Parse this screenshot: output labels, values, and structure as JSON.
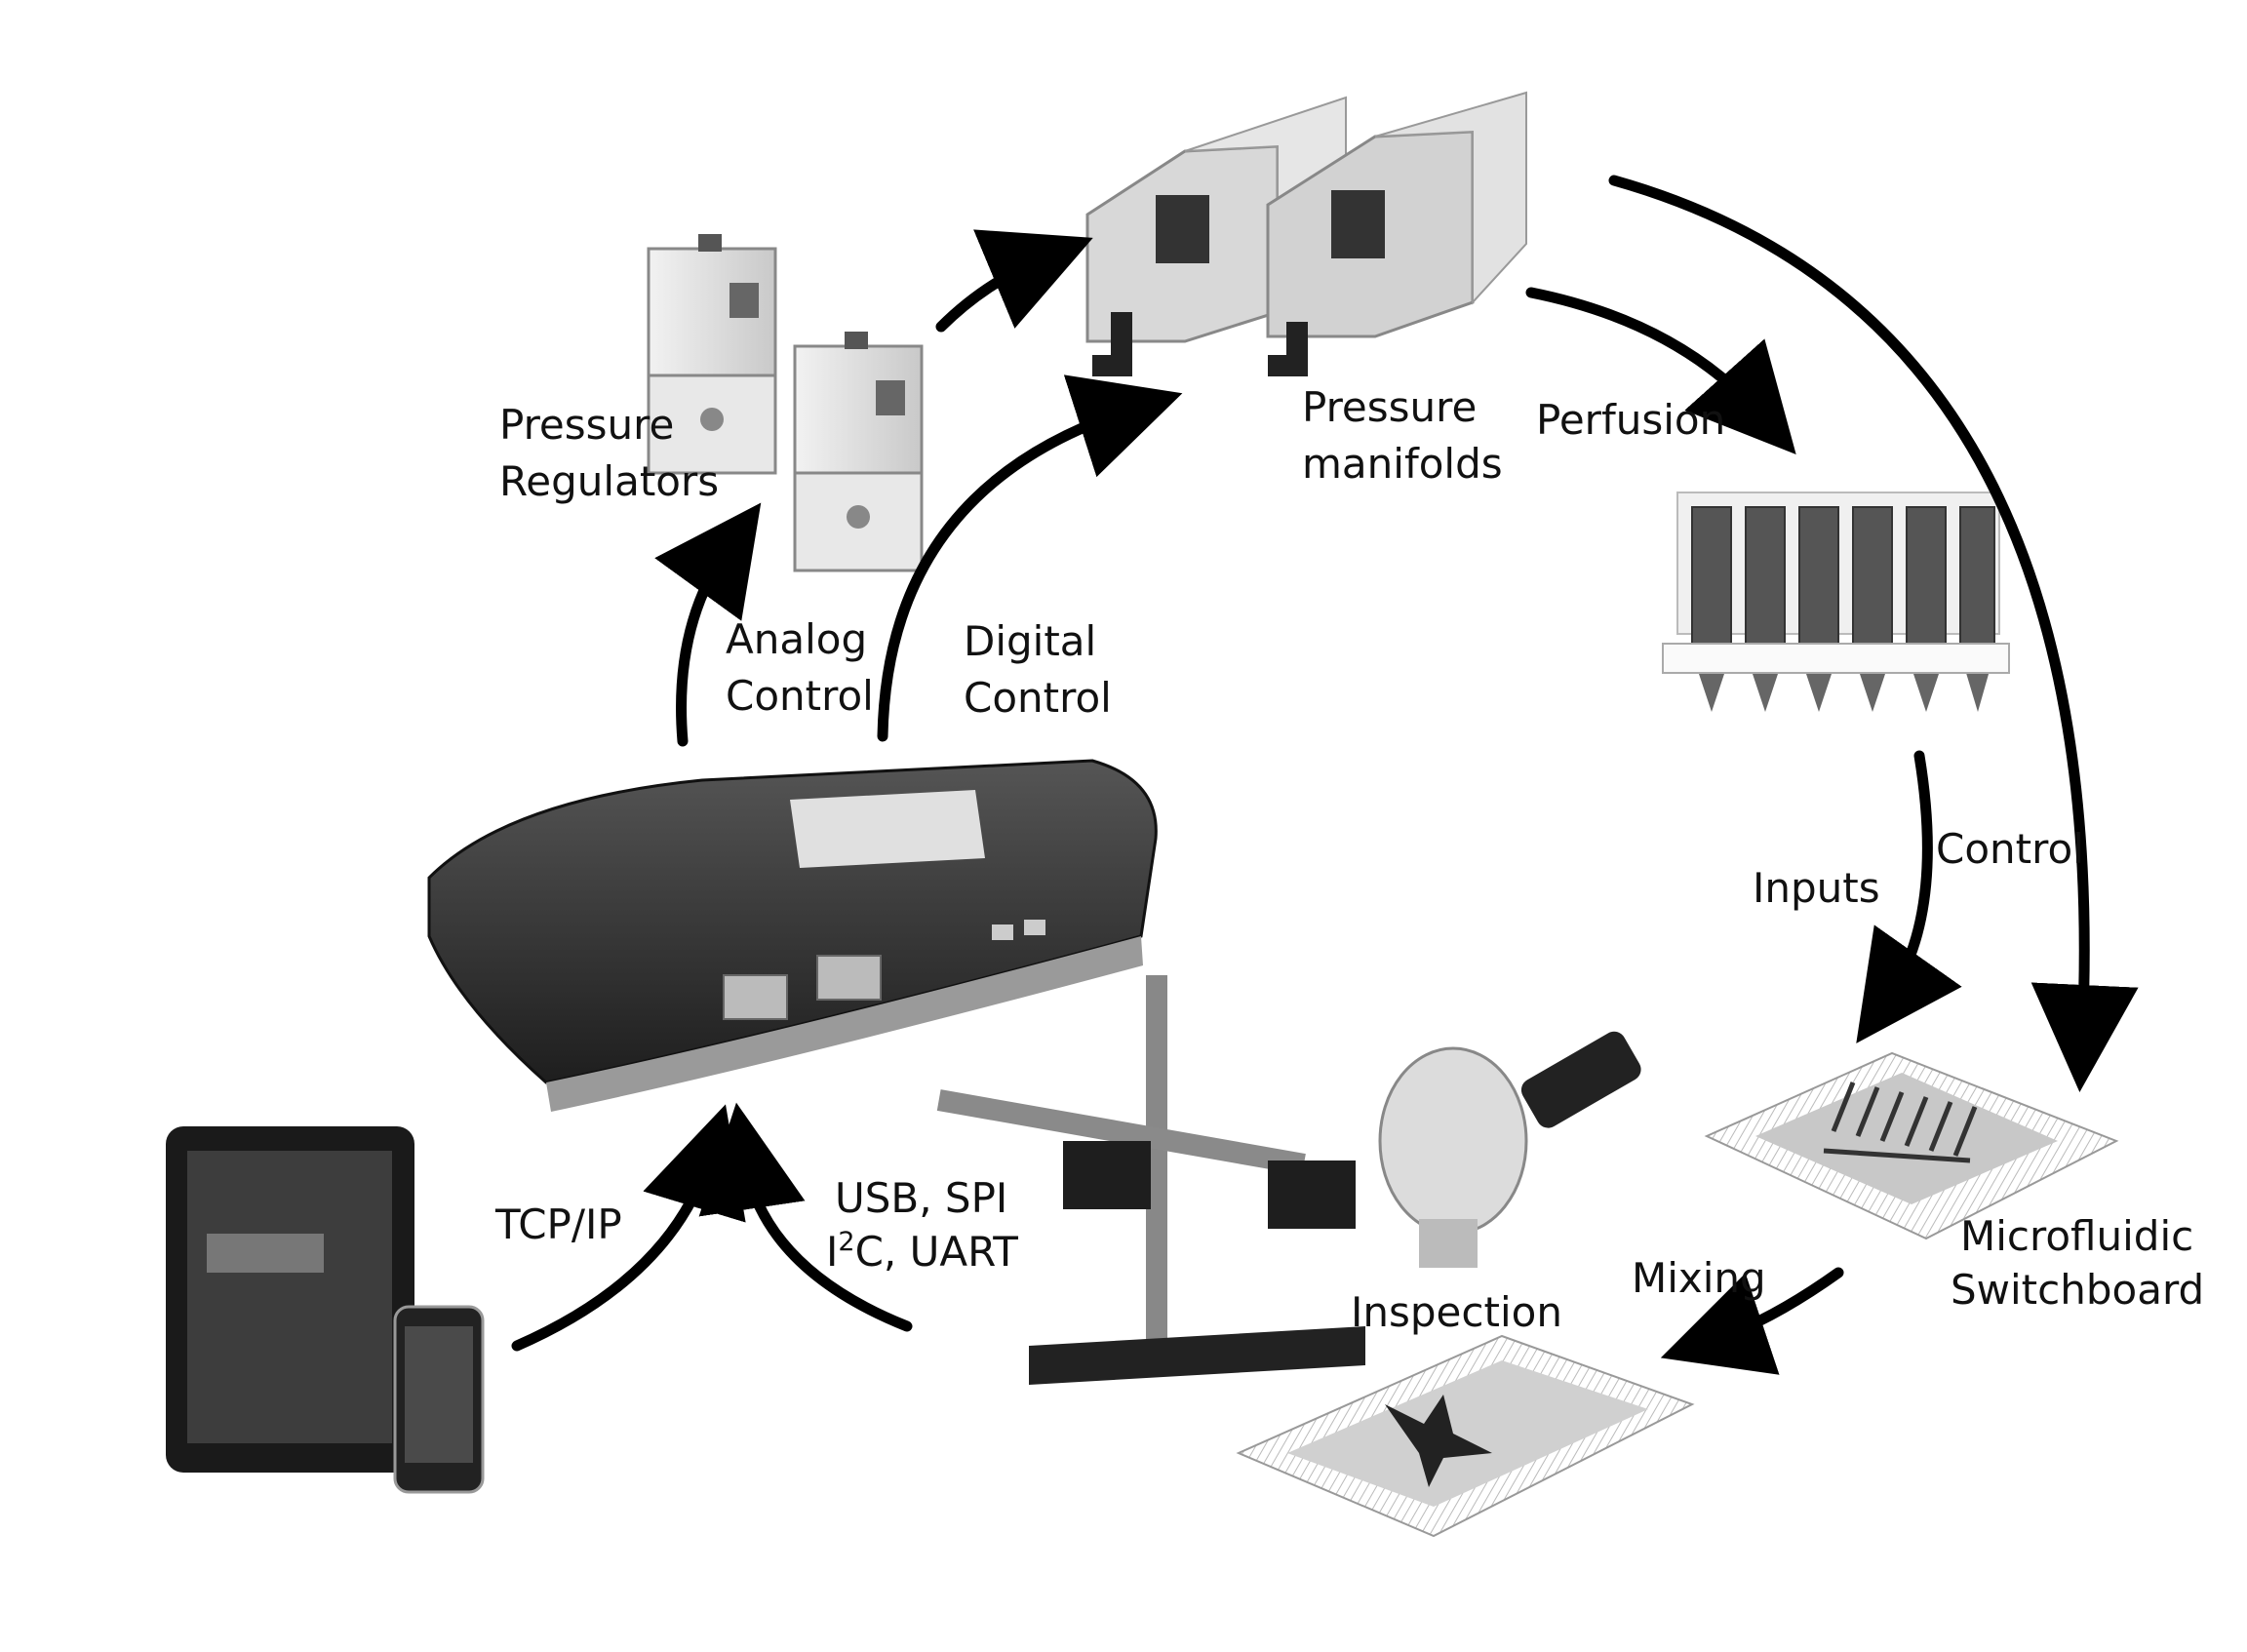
{
  "labels": {
    "pressure_regulators": [
      "Pressure",
      "Regulators"
    ],
    "pressure_manifolds": [
      "Pressure",
      "manifolds"
    ],
    "perfusion": "Perfusion",
    "analog_control": [
      "Analog",
      "Control"
    ],
    "digital_control": [
      "Digital",
      "Control"
    ],
    "control": "Control",
    "inputs": "Inputs",
    "tcp_ip": "TCP/IP",
    "usb_spi": "USB, SPI",
    "i2c_pre": "I",
    "i2c_sup": "2",
    "i2c_post": "C, UART",
    "microfluidic_switchboard": [
      "Microfluidic",
      "Switchboard"
    ],
    "mixing": "Mixing",
    "inspection": "Inspection"
  },
  "colors": {
    "arrow": "#000000",
    "device_dark": "#2e2e2e",
    "device_light": "#d9d9d9"
  }
}
